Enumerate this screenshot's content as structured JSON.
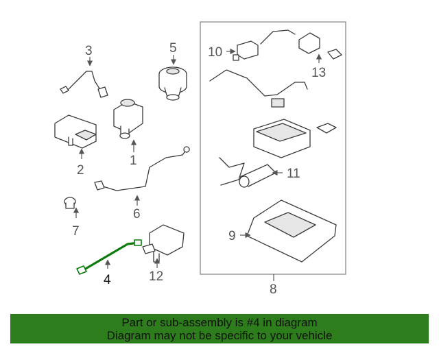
{
  "callouts": {
    "c1": "1",
    "c2": "2",
    "c3": "3",
    "c4": "4",
    "c5": "5",
    "c6": "6",
    "c7": "7",
    "c8": "8",
    "c9": "9",
    "c10": "10",
    "c11": "11",
    "c12": "12",
    "c13": "13"
  },
  "banner": {
    "line1": "Part or sub-assembly is #4 in diagram",
    "line2": "Diagram may not be specific to your vehicle"
  },
  "colors": {
    "banner_bg": "#2e7d1c",
    "highlight_part": "#0a7a0a"
  }
}
